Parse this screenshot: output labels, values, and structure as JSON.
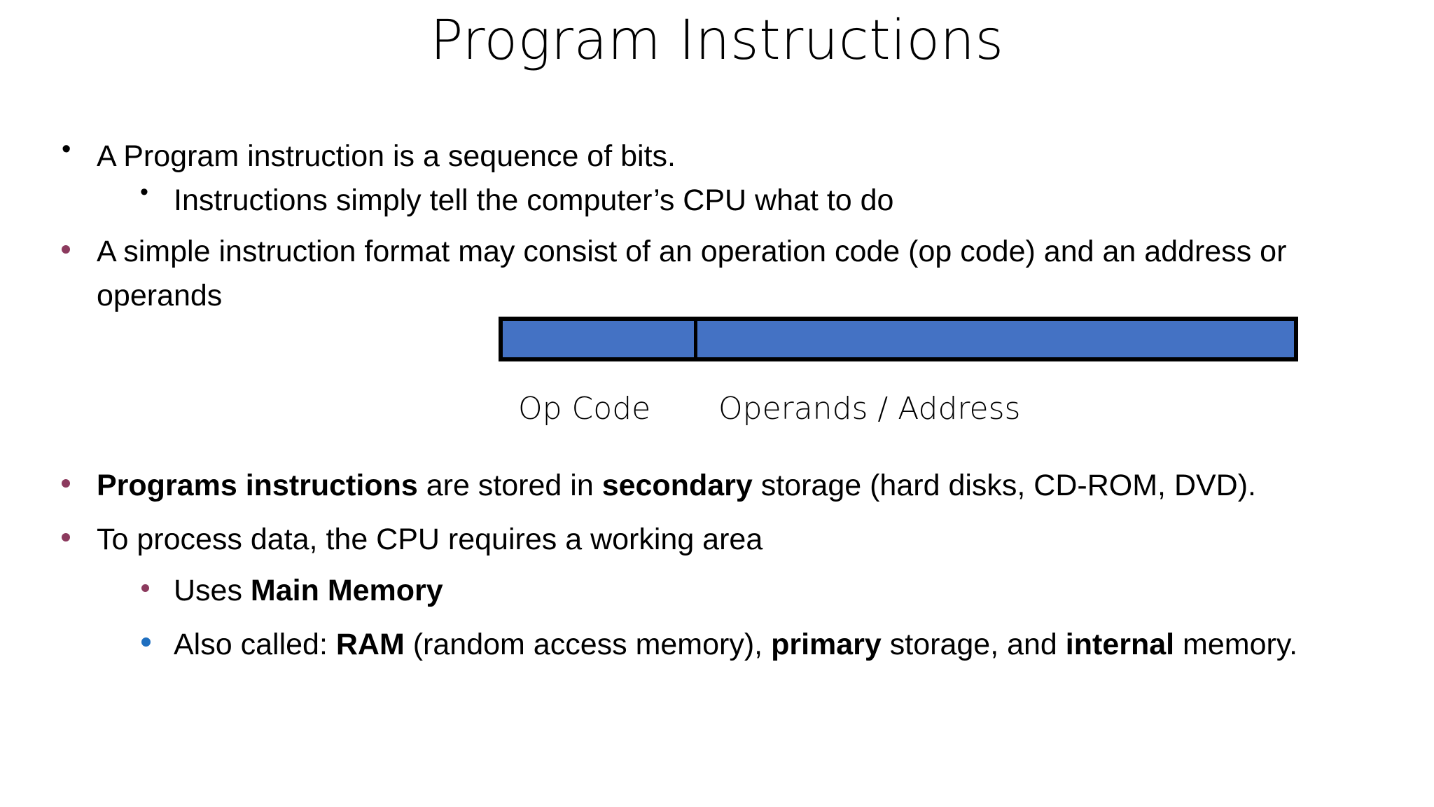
{
  "slide": {
    "title": "Program Instructions",
    "background_color": "#FFFFFF",
    "text_color": "#000000"
  },
  "bullets": {
    "b1": {
      "marker": "disc-bullet-black",
      "marker_color": "#000000",
      "text": "A Program instruction is a sequence of bits."
    },
    "b2": {
      "marker": "disc-bullet-black",
      "marker_color": "#000000",
      "text": "Instructions simply tell the computer’s CPU what to do"
    },
    "b3": {
      "marker": "dot-bullet-maroon",
      "marker_color": "#8C3A5E",
      "text": "A simple instruction format may consist of an operation code (op code) and an address or operands"
    },
    "b4": {
      "marker": "dot-bullet-maroon",
      "marker_color": "#8C3A5E",
      "part1_bold": "Programs instructions",
      "part2": " are stored in ",
      "part3_bold": "secondary",
      "part4": " storage (hard disks, CD-ROM, DVD)."
    },
    "b5": {
      "marker": "dot-bullet-maroon",
      "marker_color": "#8C3A5E",
      "text": "To process data, the CPU requires a working area"
    },
    "b6": {
      "marker": "dot-bullet-maroon",
      "marker_color": "#8C3A5E",
      "part1": "Uses ",
      "part2_bold": "Main Memory"
    },
    "b7": {
      "marker": "dot-bullet-blue",
      "marker_color": "#1F6FC0",
      "part1": "Also called: ",
      "part2_bold": "RAM",
      "part3": " (random access memory), ",
      "part4_bold": "primary",
      "part5": " storage, and ",
      "part6_bold": "internal",
      "part7": " memory."
    }
  },
  "diagram": {
    "name": "instruction-format-diagram",
    "fill_color": "#4472C4",
    "border_color": "#000000",
    "segments": [
      {
        "label": "Op Code"
      },
      {
        "label": "Operands / Address"
      }
    ],
    "label_op_code": "Op Code",
    "label_operands": "Operands / Address"
  },
  "bullet_glyph": "•"
}
